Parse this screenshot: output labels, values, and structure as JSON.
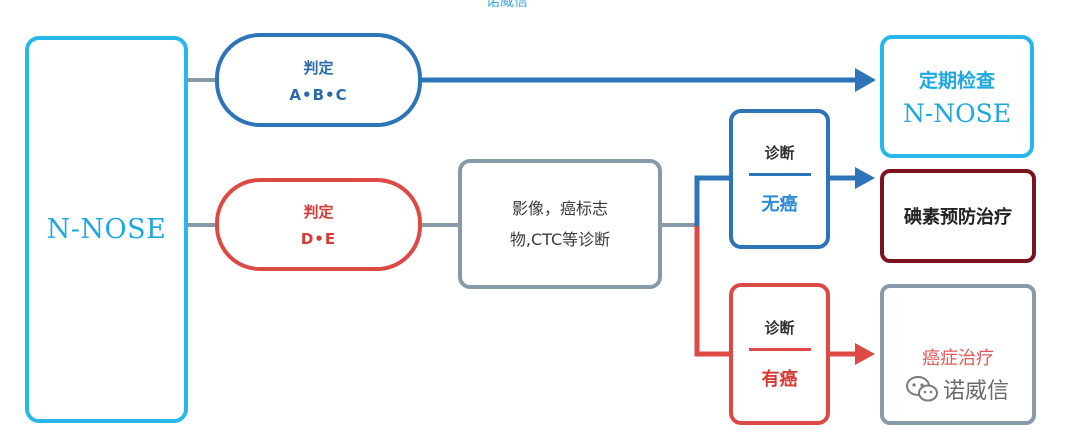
{
  "top_fragment": "诺威信",
  "main": {
    "label": "N-NOSE"
  },
  "judgement_abc": {
    "title": "判定",
    "grades": "A•B•C"
  },
  "judgement_de": {
    "title": "判定",
    "grades": "D•E"
  },
  "imaging": {
    "line1": "影像，癌标志",
    "line2": "物,CTC等诊断"
  },
  "diagnosis_negative": {
    "title": "诊断",
    "result": "无癌"
  },
  "diagnosis_positive": {
    "title": "诊断",
    "result": "有癌"
  },
  "outcome_checkup": {
    "line1": "定期检查",
    "line2": "N-NOSE"
  },
  "outcome_iodine": {
    "label": "碘素预防治疗"
  },
  "outcome_cancer": {
    "label": "癌症治疗"
  },
  "watermark": {
    "text": "诺威信",
    "icon": "wechat-icon"
  },
  "colors": {
    "cyan": "#27b7ea",
    "blue": "#2e74b8",
    "red": "#dd4a45",
    "gray": "#8899a8",
    "maroon": "#7a1420"
  }
}
